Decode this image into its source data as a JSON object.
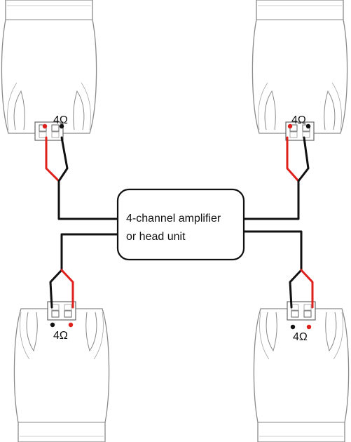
{
  "amplifier": {
    "line1": "4-channel amplifier",
    "line2": "or head unit"
  },
  "speakers": [
    {
      "id": "top-left",
      "impedance": "4Ω"
    },
    {
      "id": "top-right",
      "impedance": "4Ω"
    },
    {
      "id": "bottom-left",
      "impedance": "4Ω"
    },
    {
      "id": "bottom-right",
      "impedance": "4Ω"
    }
  ],
  "colors": {
    "positive": "#e0201c",
    "negative": "#111111",
    "outline": "#8a8a8a"
  }
}
